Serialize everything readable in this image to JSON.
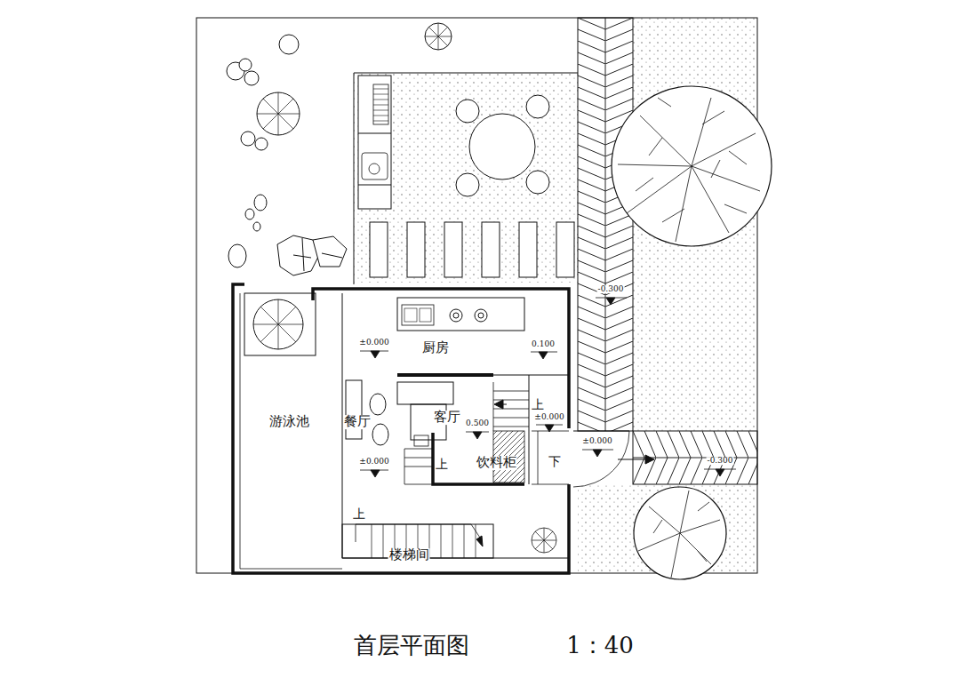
{
  "diagram": {
    "caption": "首层平面图",
    "labels": [
      "厨房",
      "±0.000",
      "0.100",
      "上",
      "±0.000",
      "游泳池",
      "餐厅",
      "客厅",
      "0.500",
      "±0.000",
      "上",
      "饮料柜",
      "±0.000",
      "下",
      "-0.300",
      "-0.300",
      "上",
      "楼梯间",
      "1：40"
    ]
  }
}
